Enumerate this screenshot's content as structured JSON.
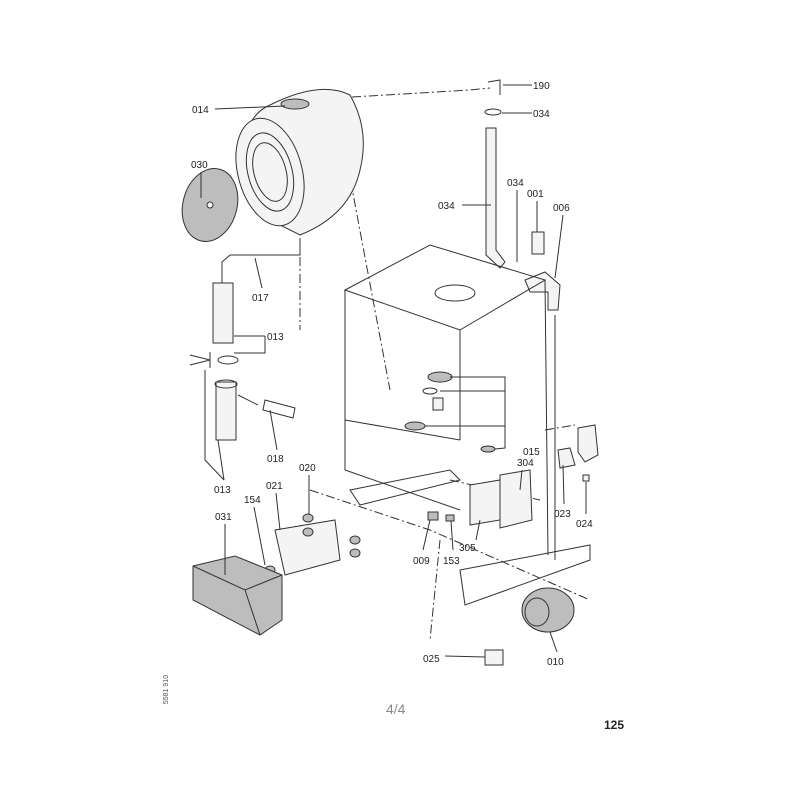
{
  "labels": {
    "p190": "190",
    "p034a": "034",
    "p014": "014",
    "p030": "030",
    "p034b": "034",
    "p034c": "034",
    "p001": "001",
    "p006": "006",
    "p017": "017",
    "p013a": "013",
    "p018": "018",
    "p013b": "013",
    "p015": "015",
    "p304": "304",
    "p020": "020",
    "p021": "021",
    "p154": "154",
    "p031": "031",
    "p009": "009",
    "p153": "153",
    "p305": "305",
    "p023": "023",
    "p024": "024",
    "p025": "025",
    "p010": "010"
  },
  "footer": {
    "doc_code": "5581 910",
    "page_indicator": "4/4",
    "page_number": "125"
  }
}
